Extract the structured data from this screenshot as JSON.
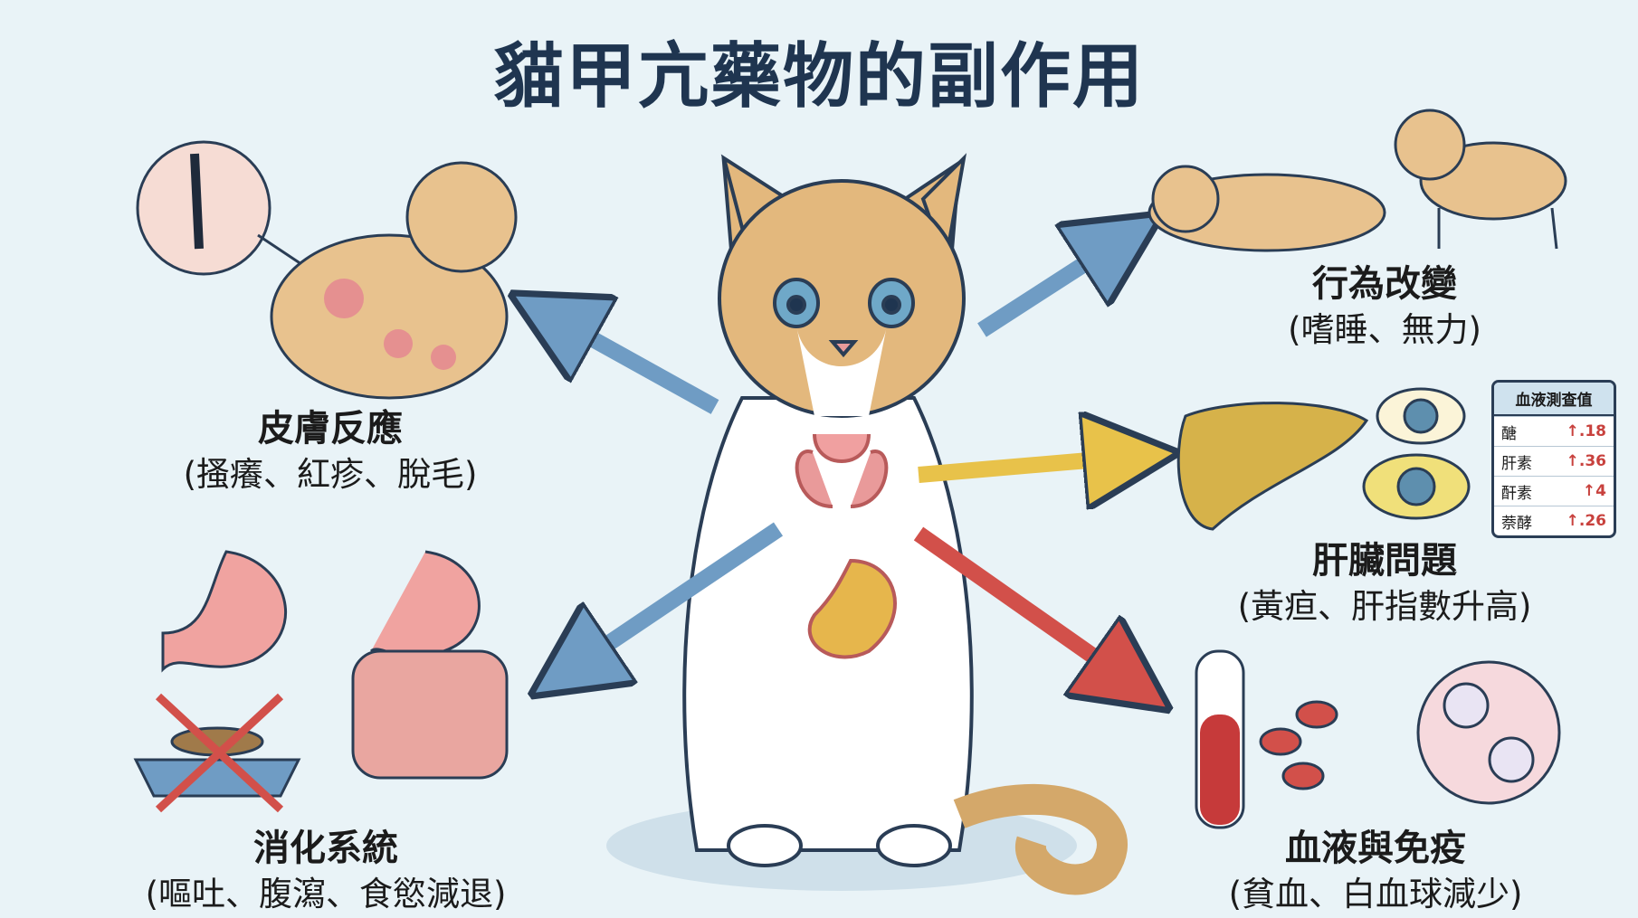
{
  "title": "貓甲亢藥物的副作用",
  "sections": {
    "skin": {
      "title": "皮膚反應",
      "detail": "(搔癢、紅疹、脫毛)"
    },
    "behavior": {
      "title": "行為改變",
      "detail": "(嗜睡、無力)"
    },
    "liver": {
      "title": "肝臟問題",
      "detail": "(黃疸、肝指數升高)"
    },
    "digestive": {
      "title": "消化系統",
      "detail": "(嘔吐、腹瀉、食慾減退)"
    },
    "blood": {
      "title": "血液與免疫",
      "detail": "(貧血、白血球減少)"
    }
  },
  "blood_table": {
    "header": "血液測查值",
    "rows": [
      {
        "name": "醣",
        "value": "↑.18"
      },
      {
        "name": "肝素",
        "value": "↑.36"
      },
      {
        "name": "酐素",
        "value": "↑4"
      },
      {
        "name": "萘酵",
        "value": "↑.26"
      }
    ]
  },
  "colors": {
    "background": "#e9f3f7",
    "title": "#1f3550",
    "arrow_blue": "#6f9cc4",
    "arrow_yellow": "#e8c24a",
    "arrow_red": "#d2504a",
    "value_red": "#c8413d"
  }
}
